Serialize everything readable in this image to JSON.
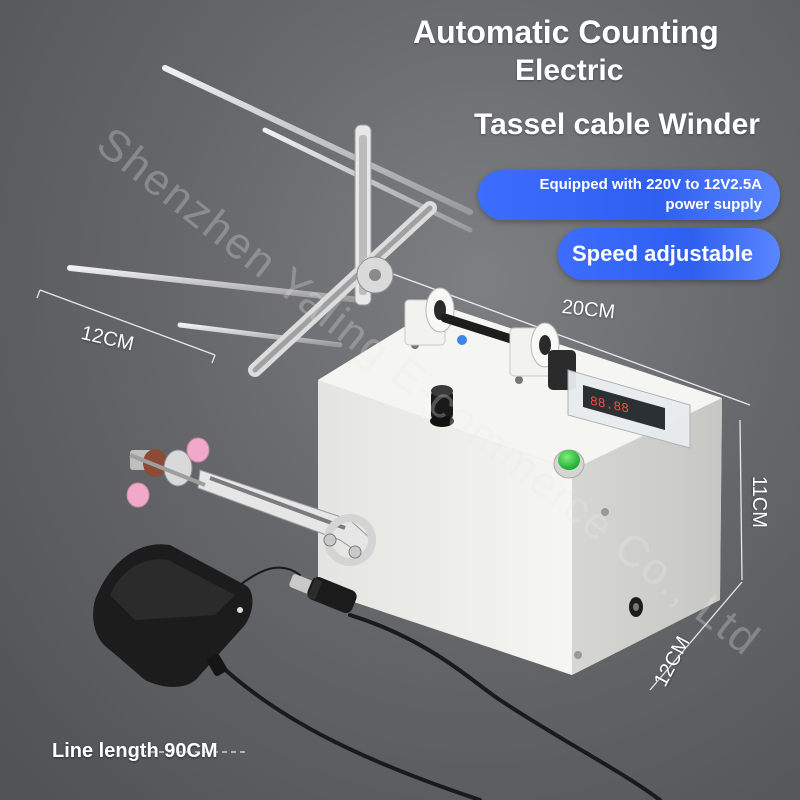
{
  "title": {
    "line1": "Automatic Counting",
    "line2": "Electric",
    "line3": "Tassel cable Winder"
  },
  "features": {
    "power_line1": "Equipped with 220V to 12V2.5A",
    "power_line2": "power supply",
    "speed": "Speed adjustable"
  },
  "dimensions": {
    "width": "12CM",
    "length": "20CM",
    "height": "11CM",
    "depth": "12CM"
  },
  "line_length": "Line length 90CM",
  "watermark": "Shenzhen Yaling E-commerce Co., Ltd",
  "colors": {
    "pill_blue": "#3c6dff",
    "box_white": "#f1f1ee",
    "button_green": "#2ecc40",
    "knob_black": "#1b1b1b",
    "background": "#6a6c6f"
  },
  "display_digits": "88.88"
}
